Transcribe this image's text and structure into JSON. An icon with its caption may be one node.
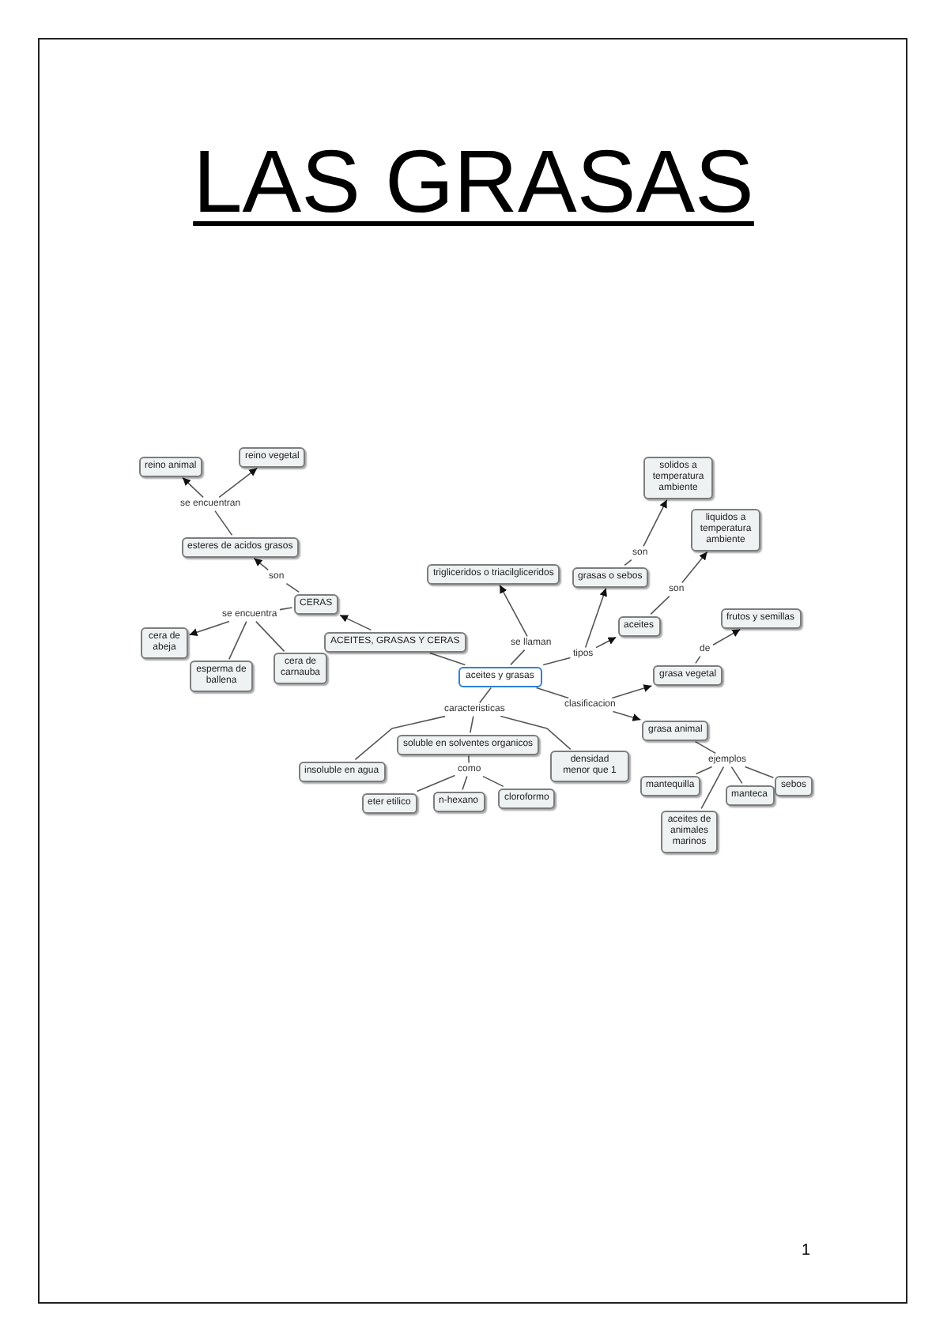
{
  "diagram": {
    "title": "LAS GRASAS",
    "nodes": [
      {
        "text": [
          "reino animal"
        ]
      },
      {
        "text": [
          "reino vegetal"
        ]
      },
      {
        "text": [
          "esteres de acidos grasos"
        ]
      },
      {
        "text": [
          "CERAS"
        ]
      },
      {
        "text": [
          "cera de abeja"
        ]
      },
      {
        "text": [
          "esperma de ballena"
        ]
      },
      {
        "text": [
          "cera de carnauba"
        ]
      },
      {
        "text": [
          "ACEITES, GRASAS Y CERAS"
        ]
      },
      {
        "text": [
          "trigliceridos o triacilgliceridos"
        ]
      },
      {
        "text": [
          "aceites y grasas"
        ]
      },
      {
        "text": [
          "grasas o sebos"
        ]
      },
      {
        "text": [
          "solidos a temperatura ambiente"
        ]
      },
      {
        "text": [
          "liquidos a temperatura ambiente"
        ]
      },
      {
        "text": [
          "aceites"
        ]
      },
      {
        "text": [
          "frutos y semillas"
        ]
      },
      {
        "text": [
          "grasa vegetal"
        ]
      },
      {
        "text": [
          "grasa animal"
        ]
      },
      {
        "text": [
          "soluble en solventes organicos"
        ]
      },
      {
        "text": [
          "insoluble en agua"
        ]
      },
      {
        "text": [
          "densidad menor que 1"
        ]
      },
      {
        "text": [
          "eter etilico"
        ]
      },
      {
        "text": [
          "n-hexano"
        ]
      },
      {
        "text": [
          "cloroformo"
        ]
      },
      {
        "text": [
          "mantequilla"
        ]
      },
      {
        "text": [
          "manteca"
        ]
      },
      {
        "text": [
          "sebos"
        ]
      },
      {
        "text": [
          "aceites de animales marinos"
        ]
      },
      {
        "text": [
          "se encuentran"
        ]
      },
      {
        "text": [
          "son"
        ]
      },
      {
        "text": [
          "se encuentra"
        ]
      },
      {
        "text": [
          "se llaman"
        ]
      },
      {
        "text": [
          "tipos"
        ]
      },
      {
        "text": [
          "son"
        ]
      },
      {
        "text": [
          "son"
        ]
      },
      {
        "text": [
          "de"
        ]
      },
      {
        "text": [
          "clasificacion"
        ]
      },
      {
        "text": [
          "caracteristicas"
        ]
      },
      {
        "text": [
          "como"
        ]
      },
      {
        "text": [
          "ejemplos"
        ]
      }
    ],
    "edges": [
      {
        "from": 2,
        "to": 27,
        "arrow": "none"
      },
      {
        "from": 27,
        "to": 0,
        "arrow": "to"
      },
      {
        "from": 27,
        "to": 1,
        "arrow": "to"
      },
      {
        "from": 3,
        "to": 28,
        "arrow": "none"
      },
      {
        "from": 28,
        "to": 2,
        "arrow": "to"
      },
      {
        "from": 3,
        "to": 29,
        "arrow": "none"
      },
      {
        "from": 29,
        "to": 4,
        "arrow": "to"
      },
      {
        "from": 29,
        "to": 5,
        "arrow": "none"
      },
      {
        "from": 29,
        "to": 6,
        "arrow": "none"
      },
      {
        "from": 7,
        "to": 3,
        "arrow": "to"
      },
      {
        "from": 7,
        "to": 9,
        "arrow": "none"
      },
      {
        "from": 9,
        "to": 30,
        "arrow": "none"
      },
      {
        "from": 30,
        "to": 8,
        "arrow": "to"
      },
      {
        "from": 9,
        "to": 31,
        "arrow": "none"
      },
      {
        "from": 31,
        "to": 10,
        "arrow": "to"
      },
      {
        "from": 31,
        "to": 13,
        "arrow": "to"
      },
      {
        "from": 10,
        "to": 32,
        "arrow": "none"
      },
      {
        "from": 32,
        "to": 11,
        "arrow": "to"
      },
      {
        "from": 13,
        "to": 33,
        "arrow": "none"
      },
      {
        "from": 33,
        "to": 12,
        "arrow": "to"
      },
      {
        "from": 15,
        "to": 34,
        "arrow": "none"
      },
      {
        "from": 34,
        "to": 14,
        "arrow": "to"
      },
      {
        "from": 9,
        "to": 35,
        "arrow": "none"
      },
      {
        "from": 35,
        "to": 15,
        "arrow": "to"
      },
      {
        "from": 35,
        "to": 16,
        "arrow": "to"
      },
      {
        "from": 9,
        "to": 36,
        "arrow": "none"
      },
      {
        "from": 36,
        "to": 17,
        "arrow": "none"
      },
      {
        "from": 36,
        "to": 18,
        "arrow": "none"
      },
      {
        "from": 36,
        "to": 19,
        "arrow": "none"
      },
      {
        "from": 17,
        "to": 37,
        "arrow": "none"
      },
      {
        "from": 37,
        "to": 20,
        "arrow": "none"
      },
      {
        "from": 37,
        "to": 21,
        "arrow": "none"
      },
      {
        "from": 37,
        "to": 22,
        "arrow": "none"
      },
      {
        "from": 16,
        "to": 38,
        "arrow": "none"
      },
      {
        "from": 38,
        "to": 23,
        "arrow": "none"
      },
      {
        "from": 38,
        "to": 24,
        "arrow": "none"
      },
      {
        "from": 38,
        "to": 25,
        "arrow": "none"
      },
      {
        "from": 38,
        "to": 26,
        "arrow": "none"
      }
    ],
    "labels": [
      "1"
    ]
  }
}
